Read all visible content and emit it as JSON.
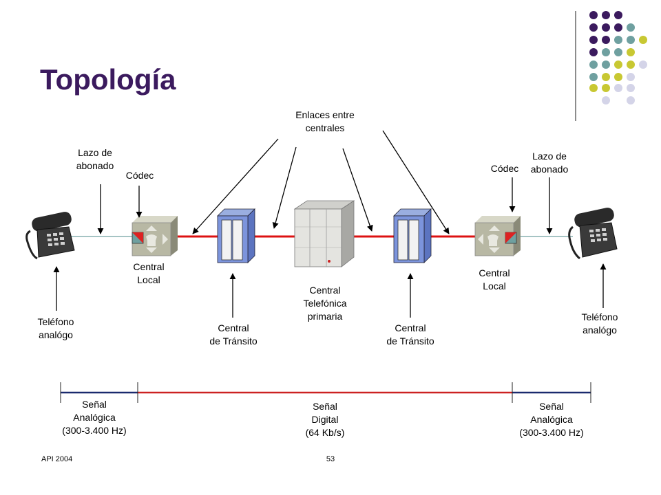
{
  "slide": {
    "title": "Topología",
    "footer_left": "API 2004",
    "footer_page": "53",
    "accent_color": "#3b1a5e"
  },
  "labels": {
    "enlaces": "Enlaces entre\ncentrales",
    "lazo_left": "Lazo de\nabonado",
    "codec_left": "Códec",
    "codec_right": "Códec",
    "lazo_right": "Lazo de\nabonado",
    "central_local_left": "Central\nLocal",
    "central_local_right": "Central\nLocal",
    "central_primaria": "Central\nTelefónica\nprimaria",
    "telefono_left": "Teléfono\nanalógo",
    "telefono_right": "Teléfono\nanalógo",
    "transito_left": "Central\nde Tránsito",
    "transito_right": "Central\nde Tránsito"
  },
  "signals": {
    "left": "Señal\nAnalógica\n(300-3.400 Hz)",
    "middle": "Señal\nDigital\n(64 Kb/s)",
    "right": "Señal\nAnalógica\n(300-3.400 Hz)"
  },
  "colors": {
    "dot_purple": "#3b1a5e",
    "dot_teal": "#6fa0a0",
    "dot_yellow": "#c8c832",
    "dot_lavender": "#d4d4e8",
    "digital_line": "#cc2222",
    "analog_line": "#1a2a6e"
  },
  "icons": [
    "telephone-icon",
    "codec-icon",
    "transit-switch-icon",
    "primary-exchange-icon"
  ]
}
